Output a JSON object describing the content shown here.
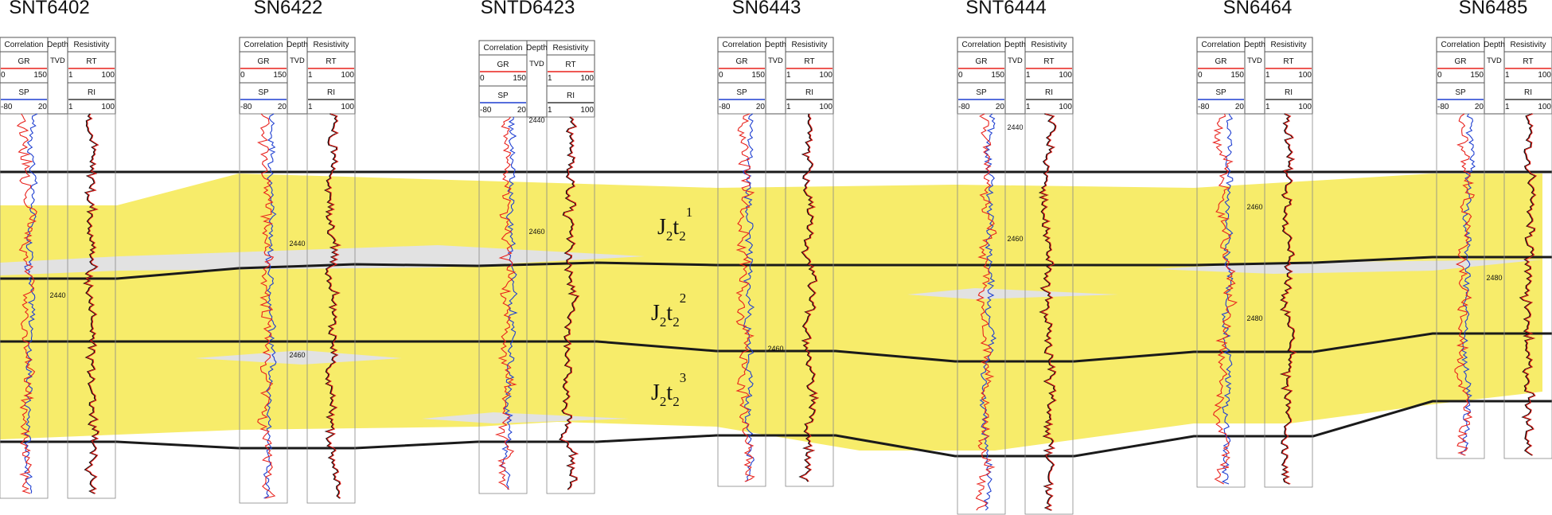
{
  "wells": [
    {
      "id": "w1",
      "name": "SNT6402",
      "depth_labels": [
        {
          "value": "2440",
          "depth": 2441
        }
      ]
    },
    {
      "id": "w2",
      "name": "SN6422",
      "depth_labels": [
        {
          "value": "2440",
          "depth": 2440
        },
        {
          "value": "2460",
          "depth": 2460
        }
      ]
    },
    {
      "id": "w3",
      "name": "SNTD6423",
      "depth_labels": [
        {
          "value": "2440",
          "depth": 2440
        },
        {
          "value": "2460",
          "depth": 2460
        }
      ]
    },
    {
      "id": "w4",
      "name": "SN6443",
      "depth_labels": [
        {
          "value": "2460",
          "depth": 2460
        }
      ]
    },
    {
      "id": "w5",
      "name": "SNT6444",
      "depth_labels": [
        {
          "value": "2440",
          "depth": 2440
        },
        {
          "value": "2460",
          "depth": 2460
        }
      ]
    },
    {
      "id": "w6",
      "name": "SN6464",
      "depth_labels": [
        {
          "value": "2460",
          "depth": 2460
        },
        {
          "value": "2480",
          "depth": 2480
        }
      ]
    },
    {
      "id": "w7",
      "name": "SN6485",
      "depth_labels": [
        {
          "value": "2480",
          "depth": 2480
        }
      ]
    }
  ],
  "track_header": {
    "correlation": "Correlation",
    "depth": "Depth",
    "tvd": "TVD",
    "resistivity": "Resistivity",
    "gr": {
      "name": "GR",
      "min": "0",
      "max": "150",
      "color": "#e8211c"
    },
    "sp": {
      "name": "SP",
      "min": "-80",
      "max": "20",
      "color": "#1f3fd1"
    },
    "rt": {
      "name": "RT",
      "min": "1",
      "max": "100",
      "color": "#e8211c"
    },
    "ri": {
      "name": "RI",
      "min": "1",
      "max": "100",
      "color": "#111111"
    }
  },
  "formations": [
    {
      "id": "f1",
      "base": "J",
      "sub1": "2",
      "mid": "t",
      "sub2": "2",
      "sup": "1"
    },
    {
      "id": "f2",
      "base": "J",
      "sub1": "2",
      "mid": "t",
      "sub2": "2",
      "sup": "2"
    },
    {
      "id": "f3",
      "base": "J",
      "sub1": "2",
      "mid": "t",
      "sub2": "2",
      "sup": "3"
    }
  ],
  "colors": {
    "sand": "#f7ec6a",
    "mudstone": "#e2e2e2",
    "horizon": "#1a1a1a",
    "track_border": "#888888"
  }
}
